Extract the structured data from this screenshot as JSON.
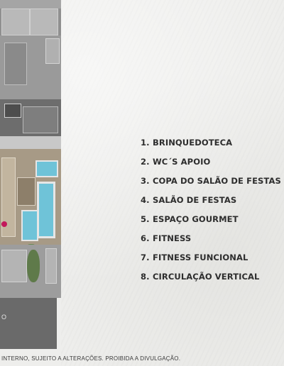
{
  "legend": {
    "items": [
      {
        "num": "1.",
        "label": "BRINQUEDOTECA"
      },
      {
        "num": "2.",
        "label": "WC´S APOIO"
      },
      {
        "num": "3.",
        "label": "COPA DO SALÃO DE FESTAS"
      },
      {
        "num": "4.",
        "label": "SALÃO DE FESTAS"
      },
      {
        "num": "5.",
        "label": "ESPAÇO GOURMET"
      },
      {
        "num": "6.",
        "label": "FITNESS"
      },
      {
        "num": "7.",
        "label": "FITNESS FUNCIONAL"
      },
      {
        "num": "8.",
        "label": "CIRCULAÇÃO VERTICAL"
      }
    ]
  },
  "plan": {
    "label": "O"
  },
  "footnote": "INTERNO, SUJEITO A ALTERAÇÕES. PROIBIDA A DIVULGAÇÃO.",
  "colors": {
    "background": "#eeeeec",
    "text": "#2d2d2d",
    "pool": "#6fc3d8",
    "marker": "#c2185b"
  }
}
